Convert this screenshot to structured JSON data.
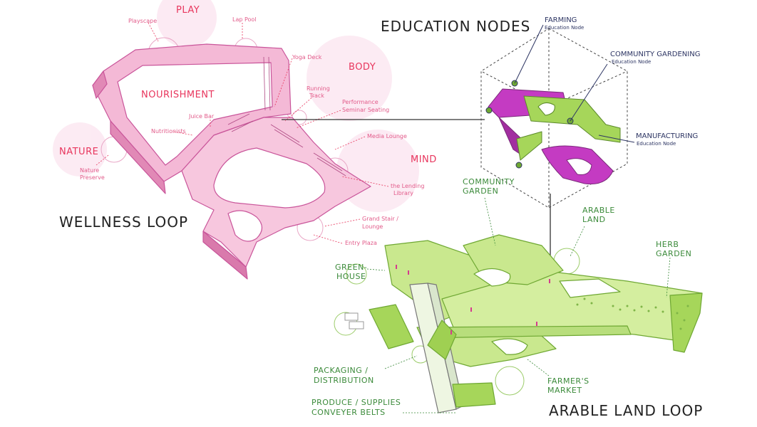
{
  "wellness": {
    "title": "WELLNESS LOOP",
    "categories": {
      "play": "PLAY",
      "body": "BODY",
      "nourishment": "NOURISHMENT",
      "nature": "NATURE",
      "mind": "MIND"
    },
    "labels": {
      "playscape": "Playscape",
      "lap_pool": "Lap Pool",
      "yoga_deck": "Yoga Deck",
      "running_track_1": "Running",
      "running_track_2": "Track",
      "performance_1": "Performance",
      "performance_2": "Seminar Seating",
      "juice_bar": "Juice Bar",
      "nutritionists": "Nutritionists",
      "media_lounge": "Media Lounge",
      "nature_preserve_1": "Nature",
      "nature_preserve_2": "Preserve",
      "lending_library_1": "the Lending",
      "lending_library_2": "Library",
      "grand_stair_1": "Grand Stair /",
      "grand_stair_2": "Lounge",
      "entry_plaza": "Entry Plaza"
    },
    "colors": {
      "accent": "#e8365d",
      "surface": "#f4b9d6",
      "edge": "#c9559a"
    }
  },
  "education": {
    "title": "EDUCATION NODES",
    "nodes": {
      "farming": "FARMING",
      "farming_sub": "Education Node",
      "community_gardening": "COMMUNITY GARDENING",
      "community_gardening_sub": "Education Node",
      "manufacturing": "MANUFACTURING",
      "manufacturing_sub": "Education Node"
    },
    "colors": {
      "magenta": "#c43bc2",
      "green": "#a6d65a",
      "navy": "#2d3563"
    }
  },
  "arable": {
    "title": "ARABLE LAND LOOP",
    "labels": {
      "community_garden_1": "COMMUNITY",
      "community_garden_2": "GARDEN",
      "arable_land_1": "ARABLE",
      "arable_land_2": "LAND",
      "greenhouse_1": "GREEN-",
      "greenhouse_2": "HOUSE",
      "herb_garden_1": "HERB",
      "herb_garden_2": "GARDEN",
      "packaging_1": "PACKAGING /",
      "packaging_2": "DISTRIBUTION",
      "produce_1": "PRODUCE / SUPPLIES",
      "produce_2": "CONVEYER BELTS",
      "farmers_market_1": "FARMER'S",
      "farmers_market_2": "MARKET"
    },
    "colors": {
      "accent": "#3b8a3a",
      "surface": "#c9e88e",
      "edge": "#6fa833"
    }
  }
}
